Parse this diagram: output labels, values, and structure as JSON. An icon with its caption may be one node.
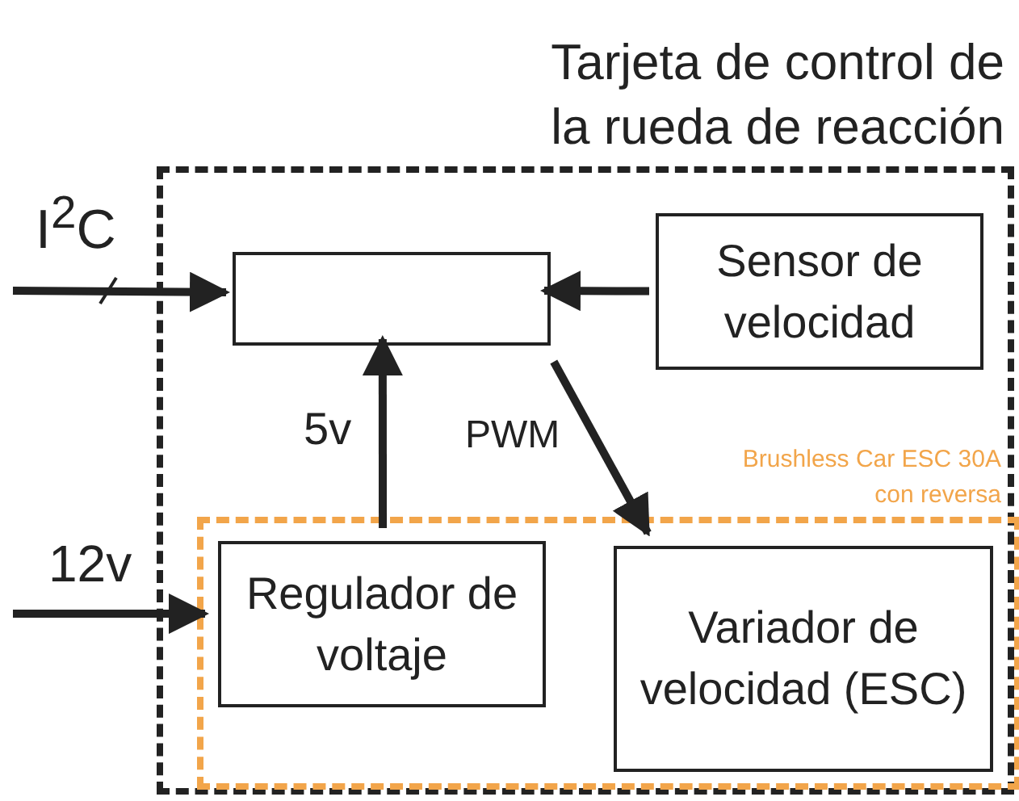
{
  "diagram": {
    "nodes": [
      {
        "text": [
          "Tarjeta de control de la rueda de reacción"
        ]
      },
      {
        "text": [],
        "shape": "box",
        "in": 0
      },
      {
        "text": [
          "Sensor de velocidad"
        ],
        "in": 0
      },
      {
        "text": [
          "Brushless Car ESC 30A con reversa"
        ],
        "in": 0
      },
      {
        "text": [
          "Regulador de voltaje"
        ],
        "in": 3
      },
      {
        "text": [
          "Variador de velocidad (ESC)"
        ],
        "in": 3
      }
    ],
    "edges": [
      {
        "from": null,
        "to": 1,
        "arrow": "to",
        "label": "I$^{2}$C"
      },
      {
        "from": 2,
        "to": 1,
        "arrow": "to"
      },
      {
        "from": 4,
        "to": 1,
        "arrow": "to",
        "label": "5v"
      },
      {
        "from": 1,
        "to": 5,
        "arrow": "to",
        "label": "PWM"
      },
      {
        "from": null,
        "to": 4,
        "arrow": "to",
        "label": "12v"
      }
    ]
  }
}
